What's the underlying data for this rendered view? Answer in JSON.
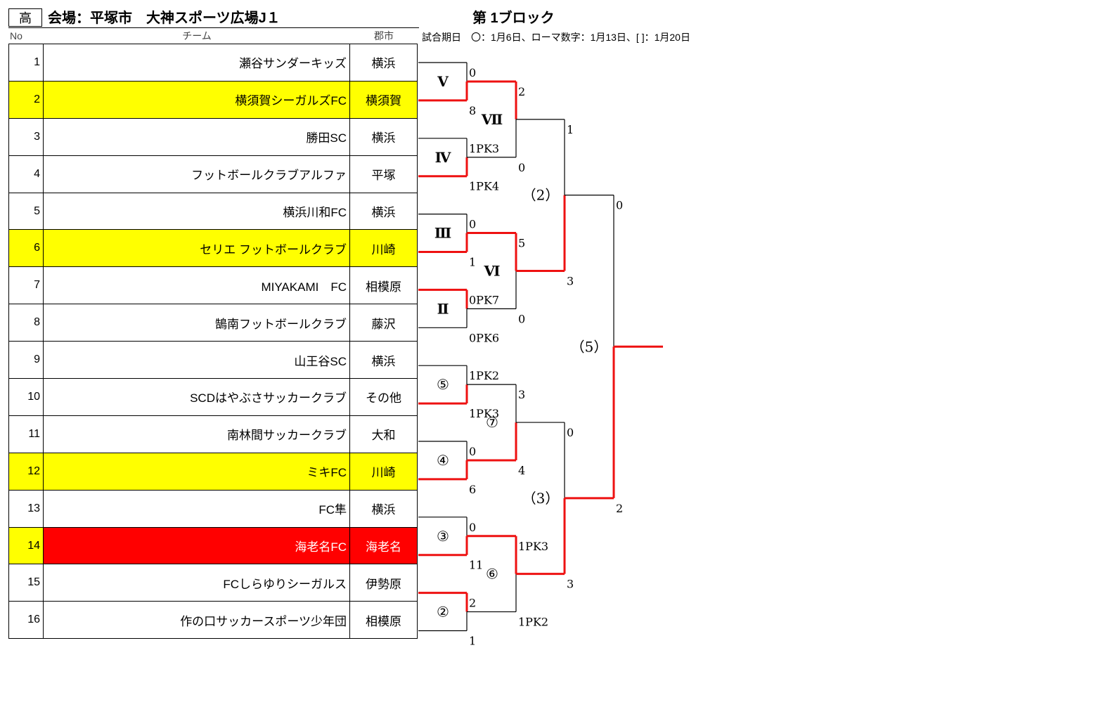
{
  "header": {
    "level": "高",
    "venue": "会場：平塚市　大神スポーツ広場J１",
    "block": "第 1ブロック",
    "schedule": "試合期日　〇：1月6日、ローマ数字：1月13日、[ ]：1月20日"
  },
  "columns": {
    "no": "No",
    "team": "チーム",
    "city": "郡市"
  },
  "teams": [
    {
      "no": "1",
      "name": "瀬谷サンダーキッズ",
      "city": "横浜",
      "highlight": "none"
    },
    {
      "no": "2",
      "name": "横須賀シーガルズFC",
      "city": "横須賀",
      "highlight": "yellow"
    },
    {
      "no": "3",
      "name": "勝田SC",
      "city": "横浜",
      "highlight": "none"
    },
    {
      "no": "4",
      "name": "フットボールクラブアルファ",
      "city": "平塚",
      "highlight": "none"
    },
    {
      "no": "5",
      "name": "横浜川和FC",
      "city": "横浜",
      "highlight": "none"
    },
    {
      "no": "6",
      "name": "セリエ フットボールクラブ",
      "city": "川崎",
      "highlight": "yellow"
    },
    {
      "no": "7",
      "name": "MIYAKAMI　FC",
      "city": "相模原",
      "highlight": "none"
    },
    {
      "no": "8",
      "name": "鵠南フットボールクラブ",
      "city": "藤沢",
      "highlight": "none"
    },
    {
      "no": "9",
      "name": "山王谷SC",
      "city": "横浜",
      "highlight": "none"
    },
    {
      "no": "10",
      "name": "SCDはやぶさサッカークラブ",
      "city": "その他",
      "highlight": "none"
    },
    {
      "no": "11",
      "name": "南林間サッカークラブ",
      "city": "大和",
      "highlight": "none"
    },
    {
      "no": "12",
      "name": "ミキFC",
      "city": "川崎",
      "highlight": "yellow"
    },
    {
      "no": "13",
      "name": "FC隼",
      "city": "横浜",
      "highlight": "none"
    },
    {
      "no": "14",
      "name": "海老名FC",
      "city": "海老名",
      "highlight": "red"
    },
    {
      "no": "15",
      "name": "FCしらゆりシーガルス",
      "city": "伊勢原",
      "highlight": "none"
    },
    {
      "no": "16",
      "name": "作の口サッカースポーツ少年団",
      "city": "相模原",
      "highlight": "none"
    }
  ],
  "bracket": {
    "round1": [
      {
        "label": "Ⅴ",
        "top_score": "0",
        "bottom_score": "8",
        "winner": "bottom"
      },
      {
        "label": "Ⅳ",
        "top_score": "1PK3",
        "bottom_score": "1PK4",
        "winner": "bottom"
      },
      {
        "label": "Ⅲ",
        "top_score": "0",
        "bottom_score": "1",
        "winner": "bottom"
      },
      {
        "label": "Ⅱ",
        "top_score": "0PK7",
        "bottom_score": "0PK6",
        "winner": "top"
      },
      {
        "label": "⑤",
        "top_score": "1PK2",
        "bottom_score": "1PK3",
        "winner": "bottom"
      },
      {
        "label": "④",
        "top_score": "0",
        "bottom_score": "6",
        "winner": "bottom"
      },
      {
        "label": "③",
        "top_score": "0",
        "bottom_score": "11",
        "winner": "bottom"
      },
      {
        "label": "②",
        "top_score": "2",
        "bottom_score": "1",
        "winner": "top"
      }
    ],
    "round2": [
      {
        "label": "Ⅶ",
        "top_score": "2",
        "bottom_score": "0",
        "winner": "top"
      },
      {
        "label": "Ⅵ",
        "top_score": "5",
        "bottom_score": "0",
        "winner": "top"
      },
      {
        "label": "⑦",
        "top_score": "3",
        "bottom_score": "4",
        "winner": "bottom"
      },
      {
        "label": "⑥",
        "top_score": "1PK3",
        "bottom_score": "1PK2",
        "winner": "top"
      }
    ],
    "round3": [
      {
        "label": "（2）",
        "top_score": "1",
        "bottom_score": "3",
        "winner": "bottom"
      },
      {
        "label": "（3）",
        "top_score": "0",
        "bottom_score": "3",
        "winner": "bottom"
      }
    ],
    "final": {
      "label": "（5）",
      "top_score": "0",
      "bottom_score": "2",
      "winner": "bottom"
    }
  },
  "colors": {
    "winner_line": "#ee1111",
    "loser_line": "#000000",
    "yellow": "#ffff00",
    "red": "#ff0000"
  }
}
